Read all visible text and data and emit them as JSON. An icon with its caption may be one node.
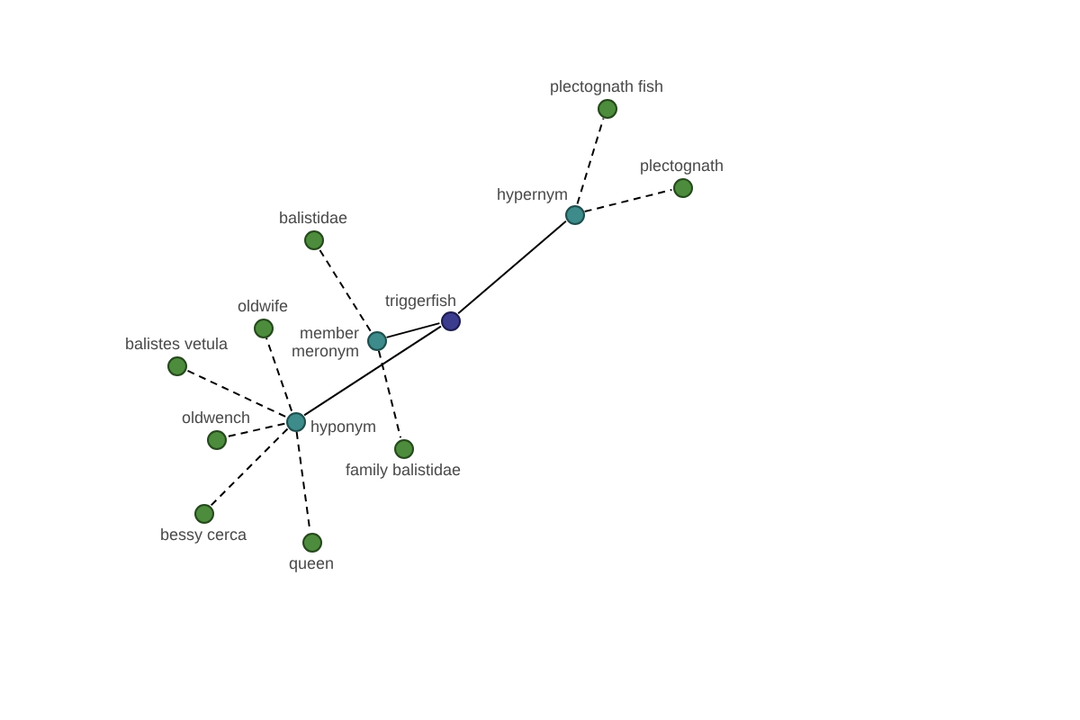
{
  "diagram": {
    "nodes": [
      {
        "text": [
          "triggerfish"
        ]
      },
      {
        "text": [
          "hypernym"
        ]
      },
      {
        "text": [
          "plectognath fish"
        ]
      },
      {
        "text": [
          "plectognath"
        ]
      },
      {
        "text": [
          "member meronym"
        ]
      },
      {
        "text": [
          "balistidae"
        ]
      },
      {
        "text": [
          "family balistidae"
        ]
      },
      {
        "text": [
          "hyponym"
        ]
      },
      {
        "text": [
          "oldwife"
        ]
      },
      {
        "text": [
          "balistes vetula"
        ]
      },
      {
        "text": [
          "oldwench"
        ]
      },
      {
        "text": [
          "bessy cerca"
        ]
      },
      {
        "text": [
          "queen"
        ]
      }
    ],
    "edges": [
      {
        "from": 0,
        "to": 1,
        "arrow": "none"
      },
      {
        "from": 1,
        "to": 2,
        "arrow": "none",
        "style": "dashed"
      },
      {
        "from": 1,
        "to": 3,
        "arrow": "none",
        "style": "dashed"
      },
      {
        "from": 0,
        "to": 4,
        "arrow": "none"
      },
      {
        "from": 4,
        "to": 5,
        "arrow": "none",
        "style": "dashed"
      },
      {
        "from": 4,
        "to": 6,
        "arrow": "none",
        "style": "dashed"
      },
      {
        "from": 0,
        "to": 7,
        "arrow": "none"
      },
      {
        "from": 7,
        "to": 8,
        "arrow": "none",
        "style": "dashed"
      },
      {
        "from": 7,
        "to": 9,
        "arrow": "none",
        "style": "dashed"
      },
      {
        "from": 7,
        "to": 10,
        "arrow": "none",
        "style": "dashed"
      },
      {
        "from": 7,
        "to": 11,
        "arrow": "none",
        "style": "dashed"
      },
      {
        "from": 7,
        "to": 12,
        "arrow": "none",
        "style": "dashed"
      }
    ]
  }
}
